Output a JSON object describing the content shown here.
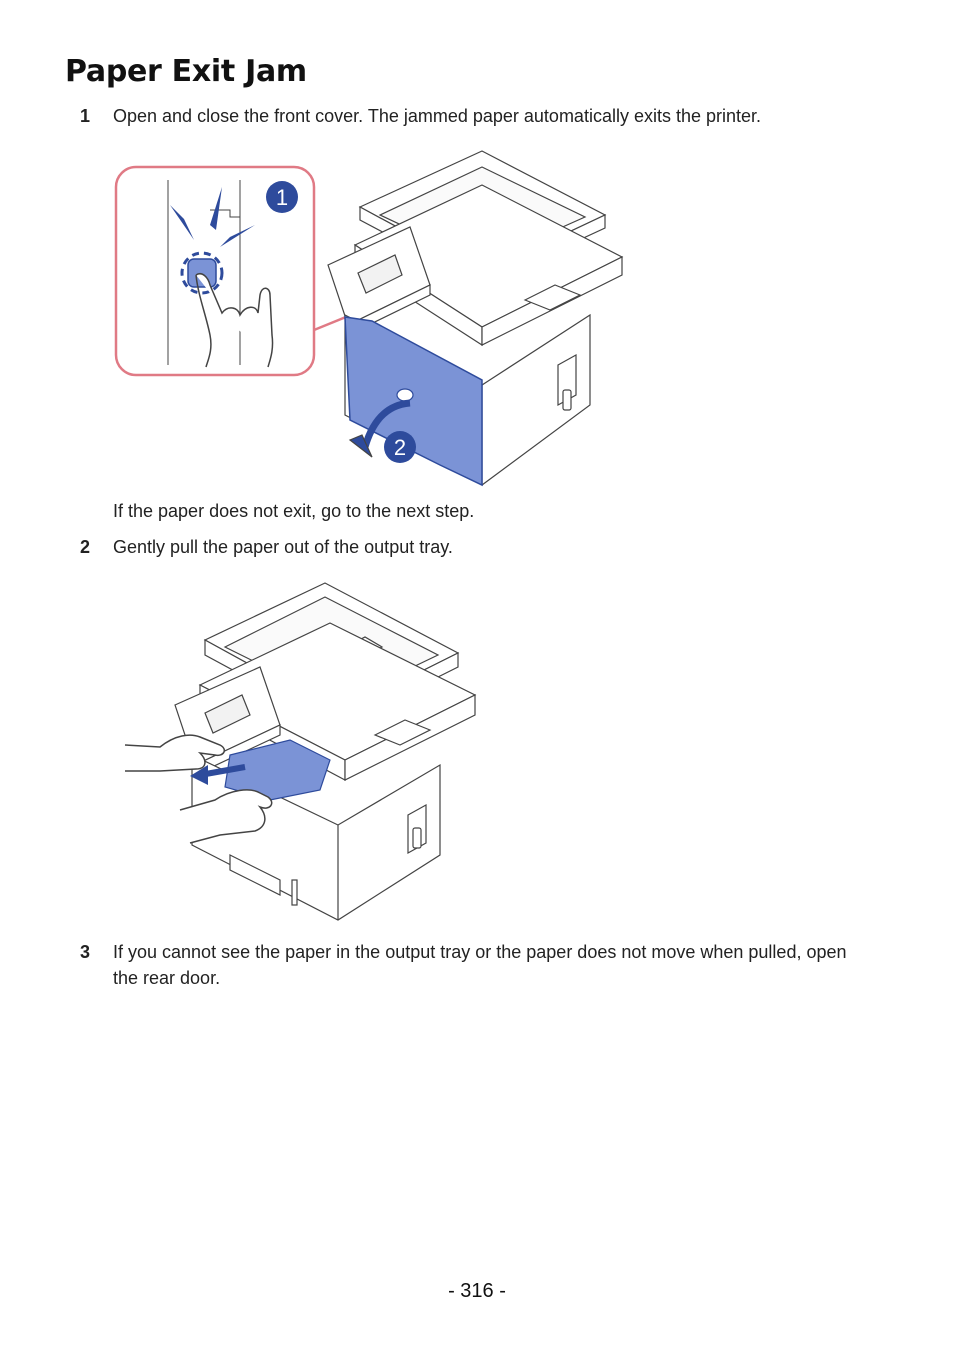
{
  "page": {
    "title": "Paper Exit Jam",
    "page_number": "- 316 -",
    "page_number_value": "316"
  },
  "steps": [
    {
      "number": "1",
      "text": "Open and close the front cover. The jammed paper automatically exits the printer."
    },
    {
      "number": "2",
      "text": "Gently pull the paper out of the output tray."
    },
    {
      "number": "3",
      "text": "If you cannot see the paper in the output tray or the paper does not move when pulled, open the rear door."
    }
  ],
  "notes": {
    "after_step1": "If the paper does not exit, go to the next step."
  },
  "figure1": {
    "callout1": "1",
    "callout2": "2"
  },
  "colors": {
    "accent_blue": "#7b93d6",
    "arrow_blue": "#2e4b9c",
    "callout_border": "#e07a85",
    "outline": "#444444"
  }
}
